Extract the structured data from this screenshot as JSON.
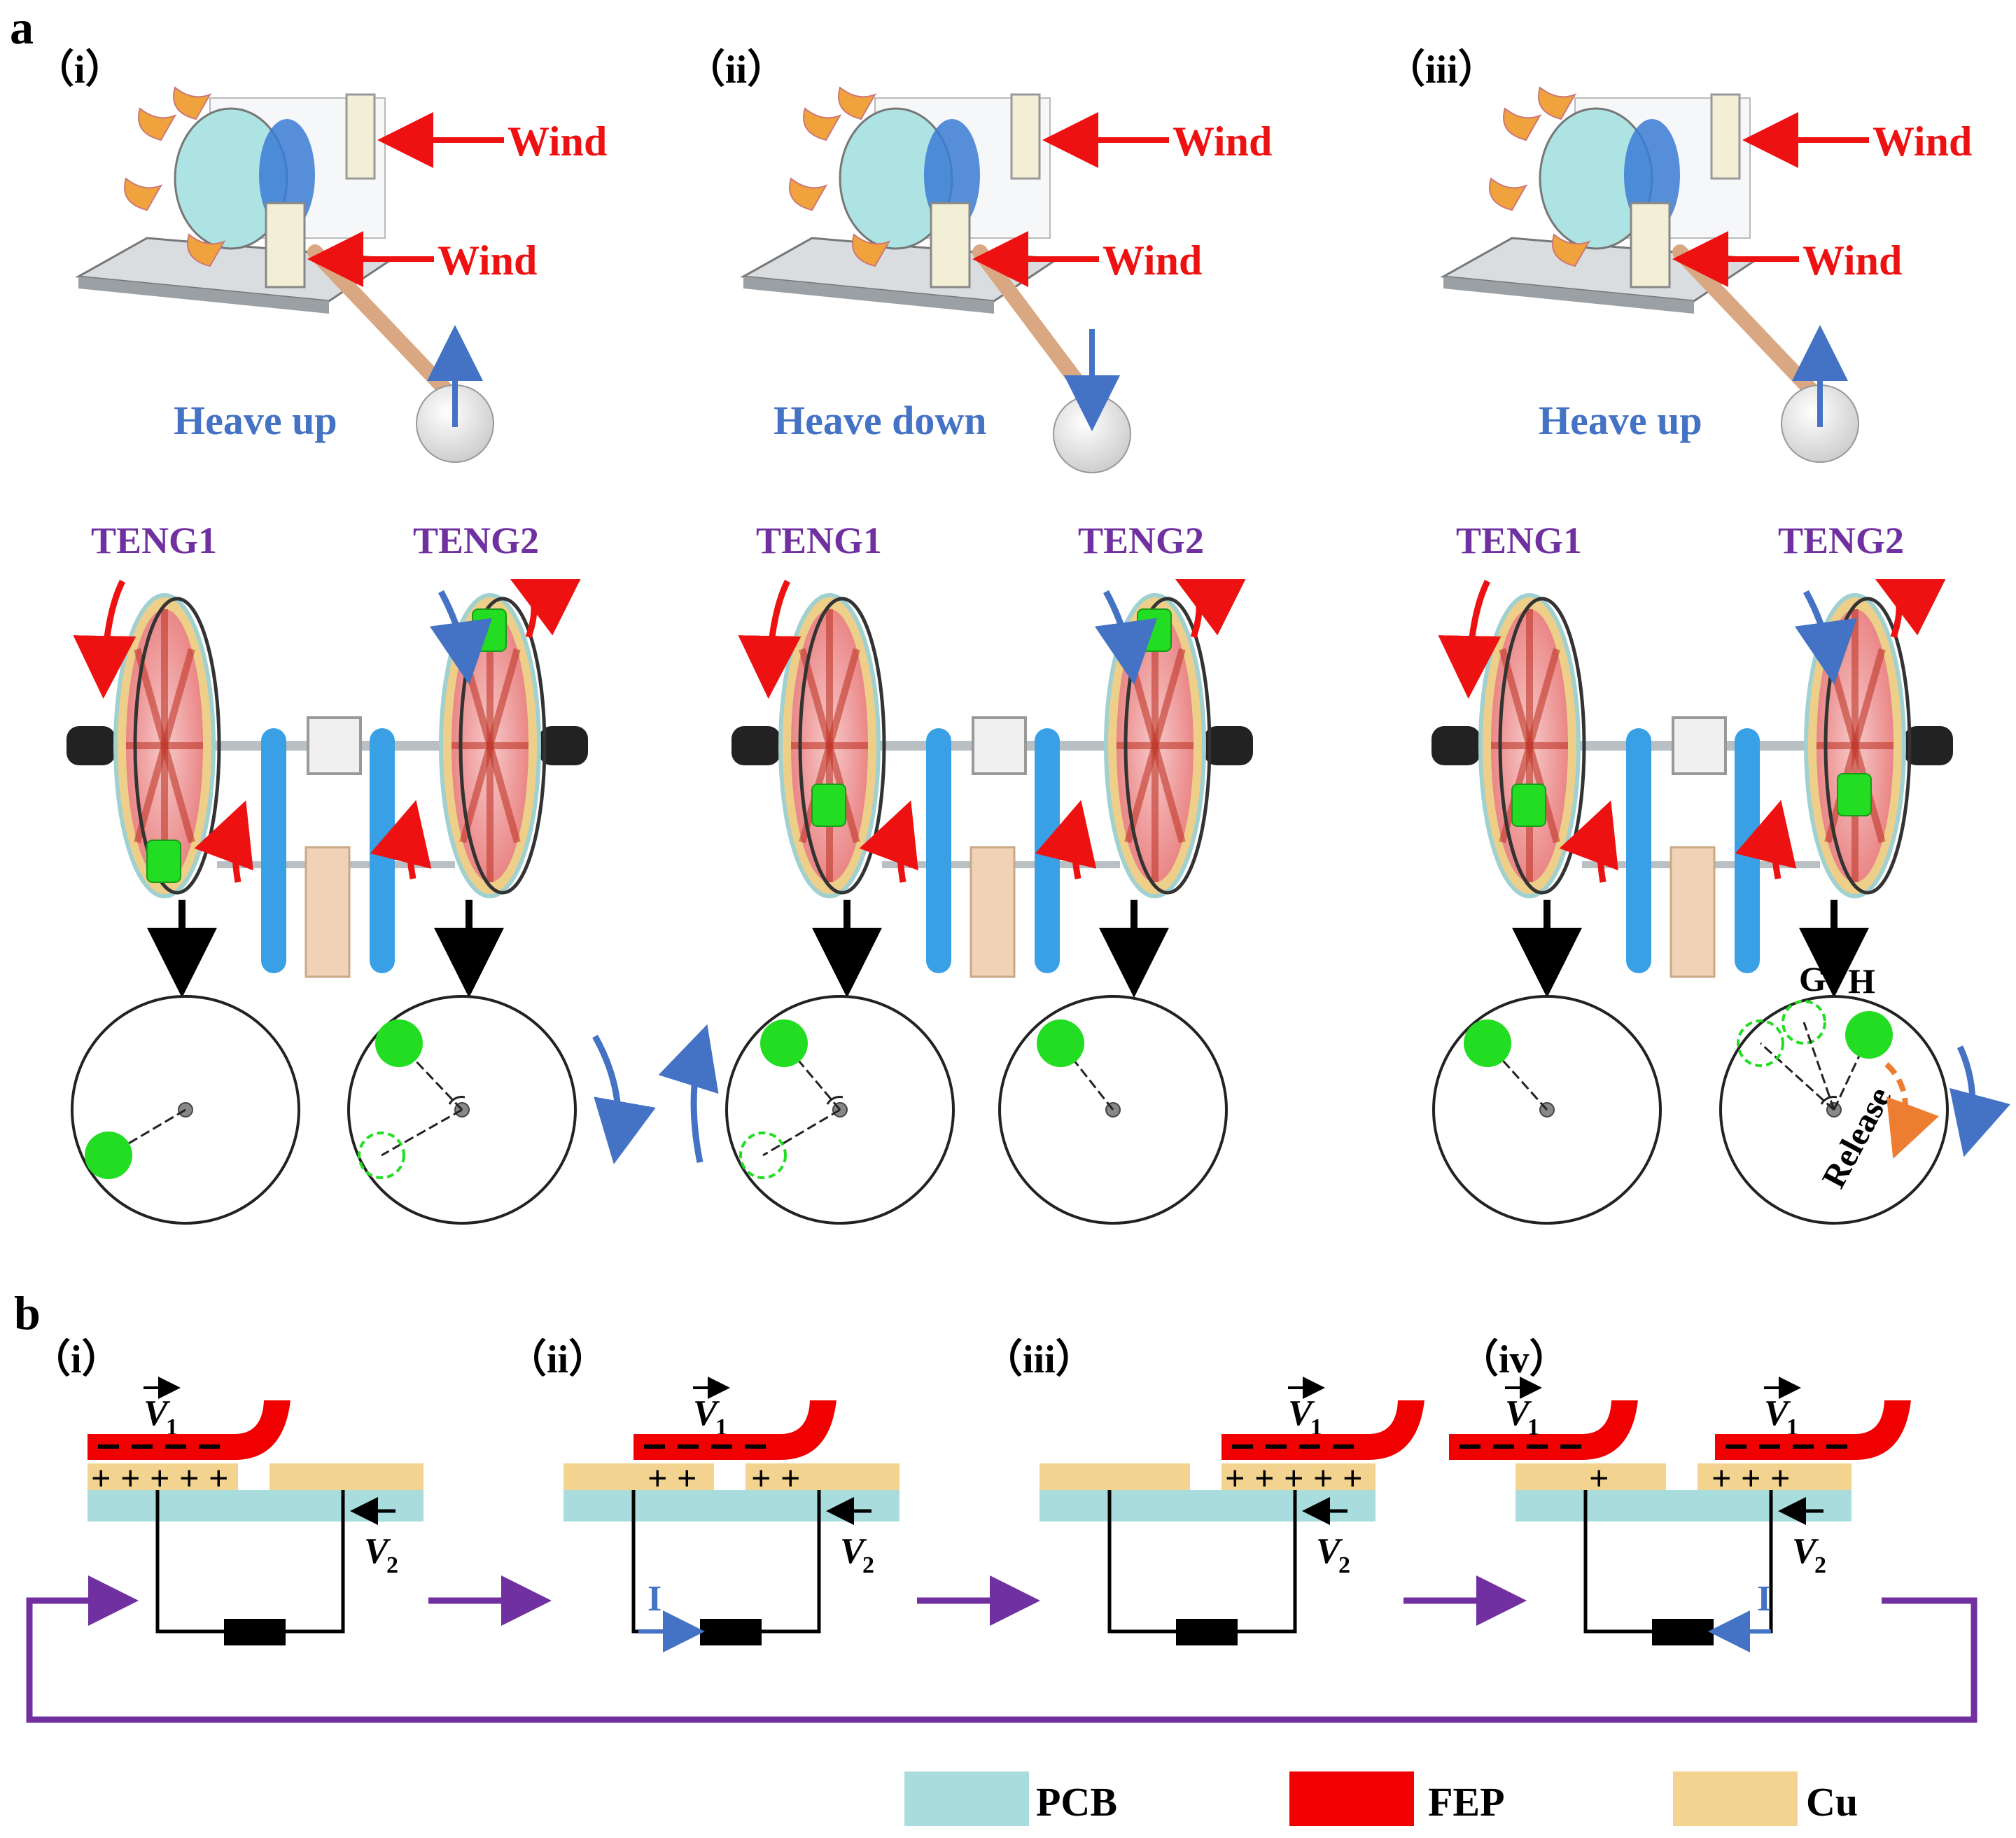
{
  "panel_a": {
    "label": "a",
    "subpanels": [
      {
        "label": "（i）",
        "wind_upper": "Wind",
        "wind_lower": "Wind",
        "heave": "Heave up",
        "teng1": "TENG1",
        "teng2": "TENG2"
      },
      {
        "label": "（ii）",
        "wind_upper": "Wind",
        "wind_lower": "Wind",
        "heave": "Heave down",
        "teng1": "TENG1",
        "teng2": "TENG2"
      },
      {
        "label": "（iii）",
        "wind_upper": "Wind",
        "wind_lower": "Wind",
        "heave": "Heave up",
        "teng1": "TENG1",
        "teng2": "TENG2",
        "point_g": "G",
        "point_h": "H",
        "release": "Release"
      }
    ]
  },
  "panel_b": {
    "label": "b",
    "stages": [
      {
        "label": "（i）",
        "v1": "V",
        "v1_sub": "1",
        "v2": "V",
        "v2_sub": "2"
      },
      {
        "label": "（ii）",
        "v1": "V",
        "v1_sub": "1",
        "v2": "V",
        "v2_sub": "2",
        "current": "I"
      },
      {
        "label": "（iii）",
        "v1": "V",
        "v1_sub": "1",
        "v2": "V",
        "v2_sub": "2"
      },
      {
        "label": "（iv）",
        "v1": "V",
        "v1_sub": "1",
        "v1b": "V",
        "v1b_sub": "1",
        "v2": "V",
        "v2_sub": "2",
        "current": "I"
      }
    ]
  },
  "legend": [
    {
      "label": "PCB",
      "color": "#a9dcdc"
    },
    {
      "label": "FEP",
      "color": "#f00000"
    },
    {
      "label": "Cu",
      "color": "#f2d38f"
    }
  ],
  "colors": {
    "purple": "#7030a0",
    "red": "#ee1111",
    "blue": "#4472c4",
    "green": "#22dd22",
    "gear": "#3aa0e6",
    "orange": "#ed7d31",
    "teng_label": "#7030a0"
  }
}
